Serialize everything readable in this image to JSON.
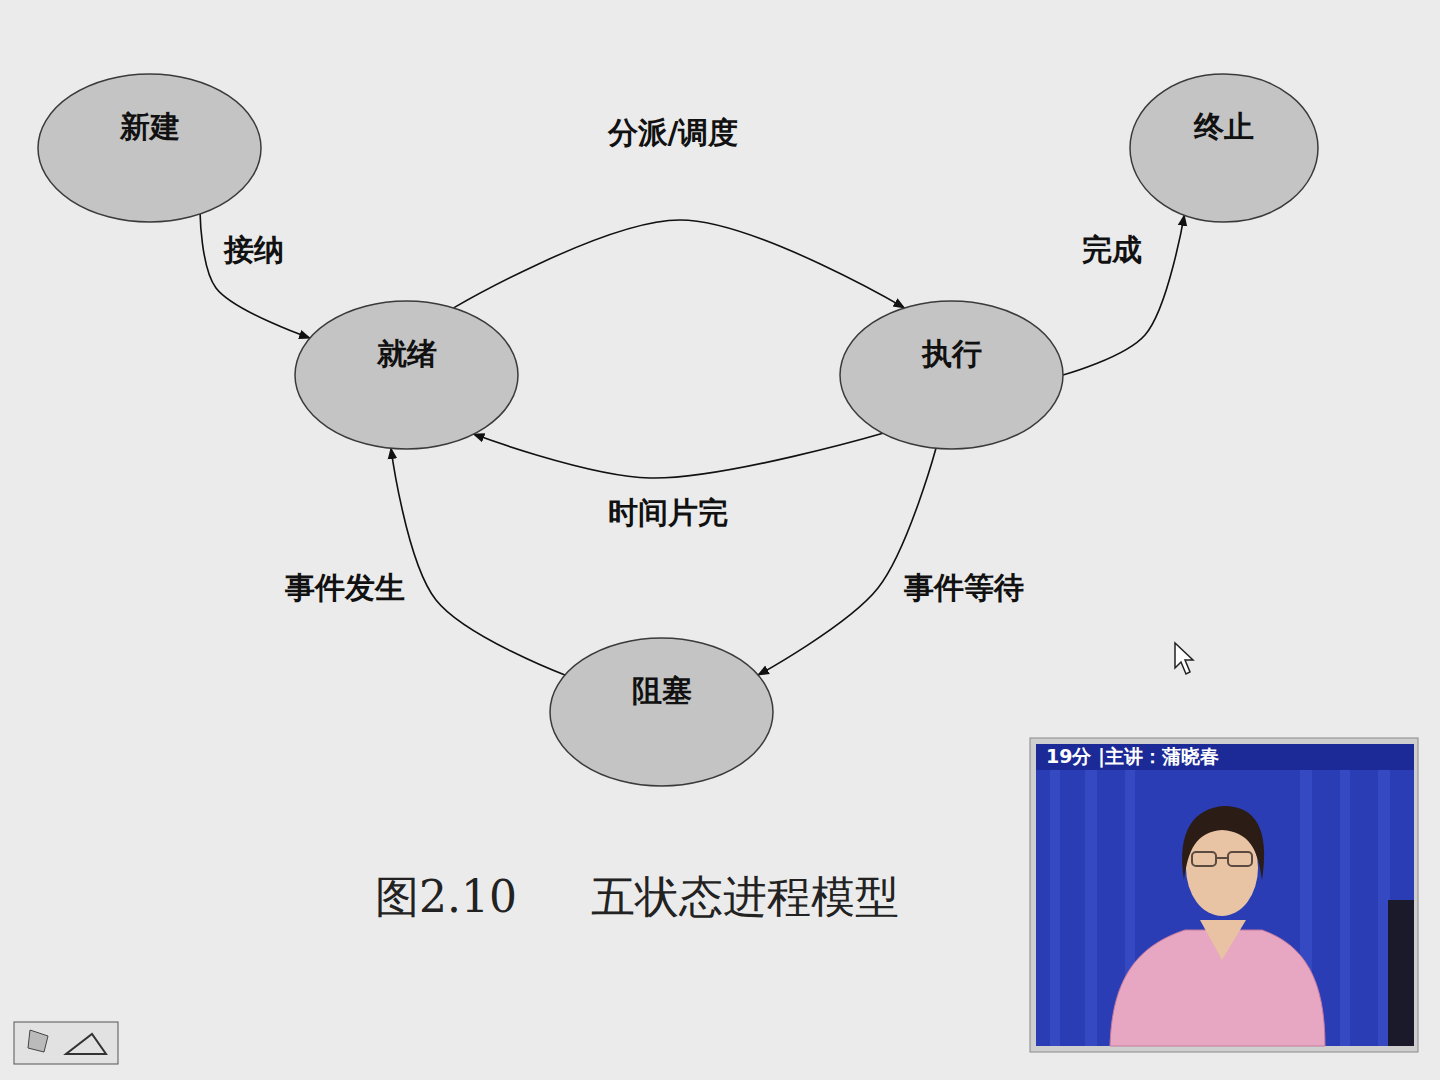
{
  "diagram": {
    "caption": "图2.10 五状态进程模型",
    "nodes": [
      {
        "text": [
          "新建"
        ]
      },
      {
        "text": [
          "终止"
        ]
      },
      {
        "text": [
          "就绪"
        ]
      },
      {
        "text": [
          "执行"
        ]
      },
      {
        "text": [
          "阻塞"
        ]
      }
    ],
    "edges": [
      {
        "from": 0,
        "to": 2,
        "label": "接纳",
        "arrow": "to"
      },
      {
        "from": 2,
        "to": 3,
        "label": "分派/调度",
        "arrow": "to"
      },
      {
        "from": 3,
        "to": 1,
        "label": "完成",
        "arrow": "to"
      },
      {
        "from": 3,
        "to": 2,
        "label": "时间片完",
        "arrow": "to"
      },
      {
        "from": 3,
        "to": 4,
        "label": "事件等待",
        "arrow": "to"
      },
      {
        "from": 4,
        "to": 2,
        "label": "事件发生",
        "arrow": "to"
      }
    ],
    "labels": [
      "19分 |主讲：蒲晓春"
    ]
  }
}
